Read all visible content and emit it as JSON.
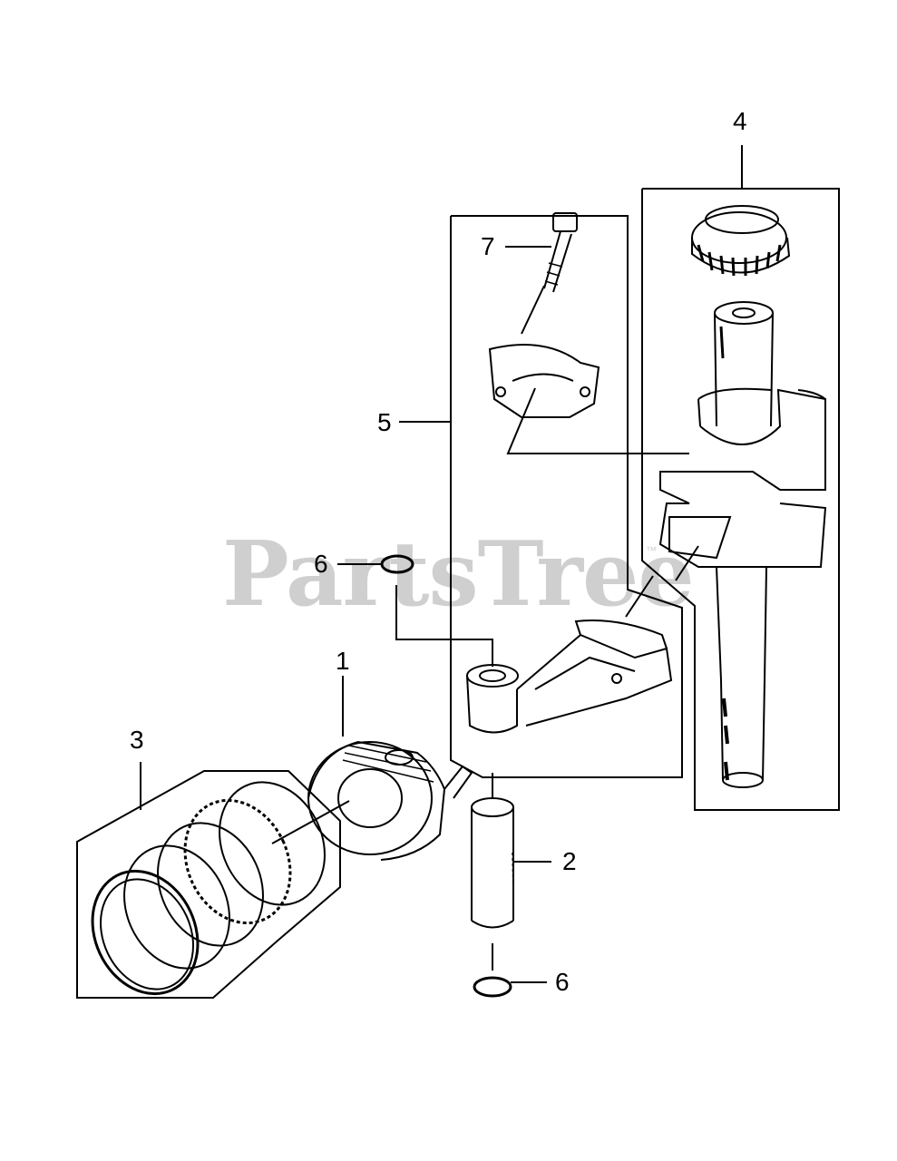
{
  "watermark": {
    "brand": "PartsTree",
    "trademark": "™"
  },
  "callouts": [
    {
      "id": "1",
      "label": "1"
    },
    {
      "id": "2",
      "label": "2"
    },
    {
      "id": "3",
      "label": "3"
    },
    {
      "id": "4",
      "label": "4"
    },
    {
      "id": "5",
      "label": "5"
    },
    {
      "id": "6a",
      "label": "6"
    },
    {
      "id": "6b",
      "label": "6"
    },
    {
      "id": "7",
      "label": "7"
    }
  ]
}
